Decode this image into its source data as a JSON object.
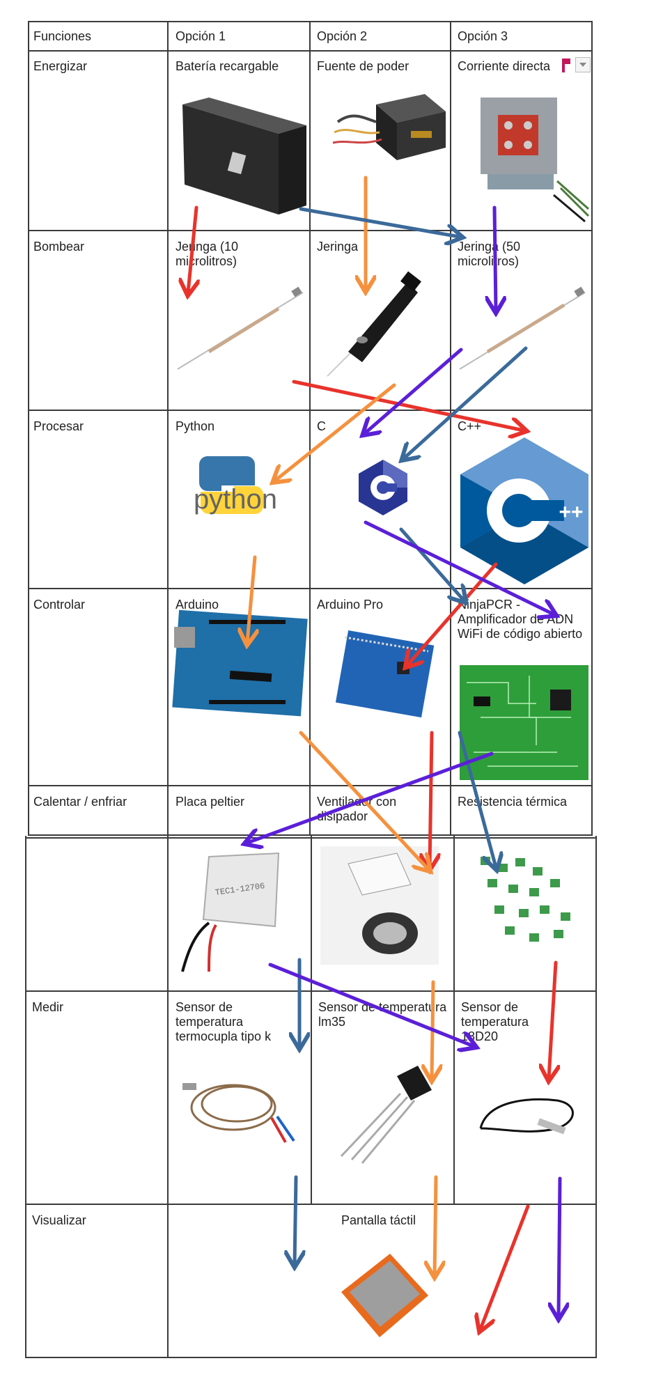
{
  "table": {
    "header": {
      "functions": "Funciones",
      "option1": "Opción 1",
      "option2": "Opción 2",
      "option3": "Opción 3"
    },
    "rows": [
      {
        "function": "Energizar",
        "opt1": "Batería recargable",
        "opt2": "Fuente de poder",
        "opt3": "Corriente directa"
      },
      {
        "function": "Bombear",
        "opt1": "Jeringa (10 microlitros)",
        "opt2": "Jeringa",
        "opt3": "Jeringa (50 microlitros)"
      },
      {
        "function": "Procesar",
        "opt1": "Python",
        "opt2": "C",
        "opt3": "C++"
      },
      {
        "function": "Controlar",
        "opt1": "Arduino",
        "opt2": "Arduino Pro",
        "opt3": "NinjaPCR - Amplificador de ADN WiFi de código abierto"
      },
      {
        "function": "Calentar / enfriar",
        "opt1": "Placa peltier",
        "opt2": "Ventilador con disipador",
        "opt3": "Resistencia térmica"
      },
      {
        "function": "Medir",
        "opt1": "Sensor de temperatura termocupla tipo k",
        "opt2": "Sensor de temperatura lm35",
        "opt3": "Sensor de temperatura 18D20"
      },
      {
        "function": "Visualizar",
        "merged": "Pantalla táctil"
      }
    ]
  },
  "logos": {
    "python": "python",
    "cpp_plus": "++",
    "peltier_label": "TEC1-12706"
  },
  "arrow_colors": {
    "red": "#e8332c",
    "orange": "#f5913e",
    "blue": "#3b6a9a",
    "purple": "#5b1fd8"
  }
}
